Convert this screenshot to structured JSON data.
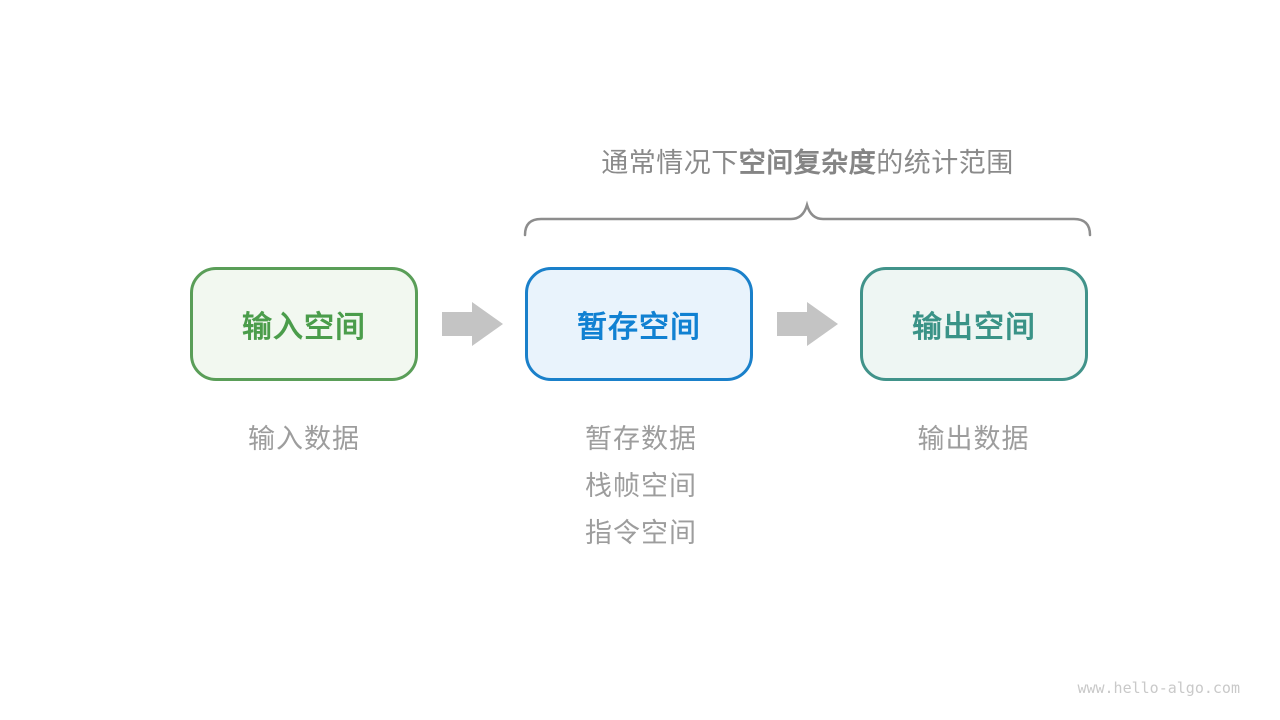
{
  "page": {
    "background_color": "#ffffff",
    "watermark": "www.hello-algo.com"
  },
  "title": {
    "prefix": "通常情况下",
    "bold": "空间复杂度",
    "suffix": "的统计范围",
    "color": "#8a8a8a"
  },
  "brace": {
    "color": "#8d8d8d",
    "spans_boxes": [
      "temp-space",
      "output-space"
    ]
  },
  "boxes": [
    {
      "id": "input-space",
      "label": "输入空间",
      "text_color": "#4b9d4b",
      "border_color": "#5a9e58",
      "bg_color": "#f2f8f0"
    },
    {
      "id": "temp-space",
      "label": "暂存空间",
      "text_color": "#1181d2",
      "border_color": "#1a80ca",
      "bg_color": "#e9f3fc"
    },
    {
      "id": "output-space",
      "label": "输出空间",
      "text_color": "#3a9387",
      "border_color": "#41938a",
      "bg_color": "#eef6f3"
    }
  ],
  "arrows": {
    "color": "#c4c4c4",
    "direction": "right",
    "count": 2
  },
  "notes": [
    {
      "box": "input-space",
      "lines": [
        "输入数据"
      ]
    },
    {
      "box": "temp-space",
      "lines": [
        "暂存数据",
        "栈帧空间",
        "指令空间"
      ]
    },
    {
      "box": "output-space",
      "lines": [
        "输出数据"
      ]
    }
  ]
}
